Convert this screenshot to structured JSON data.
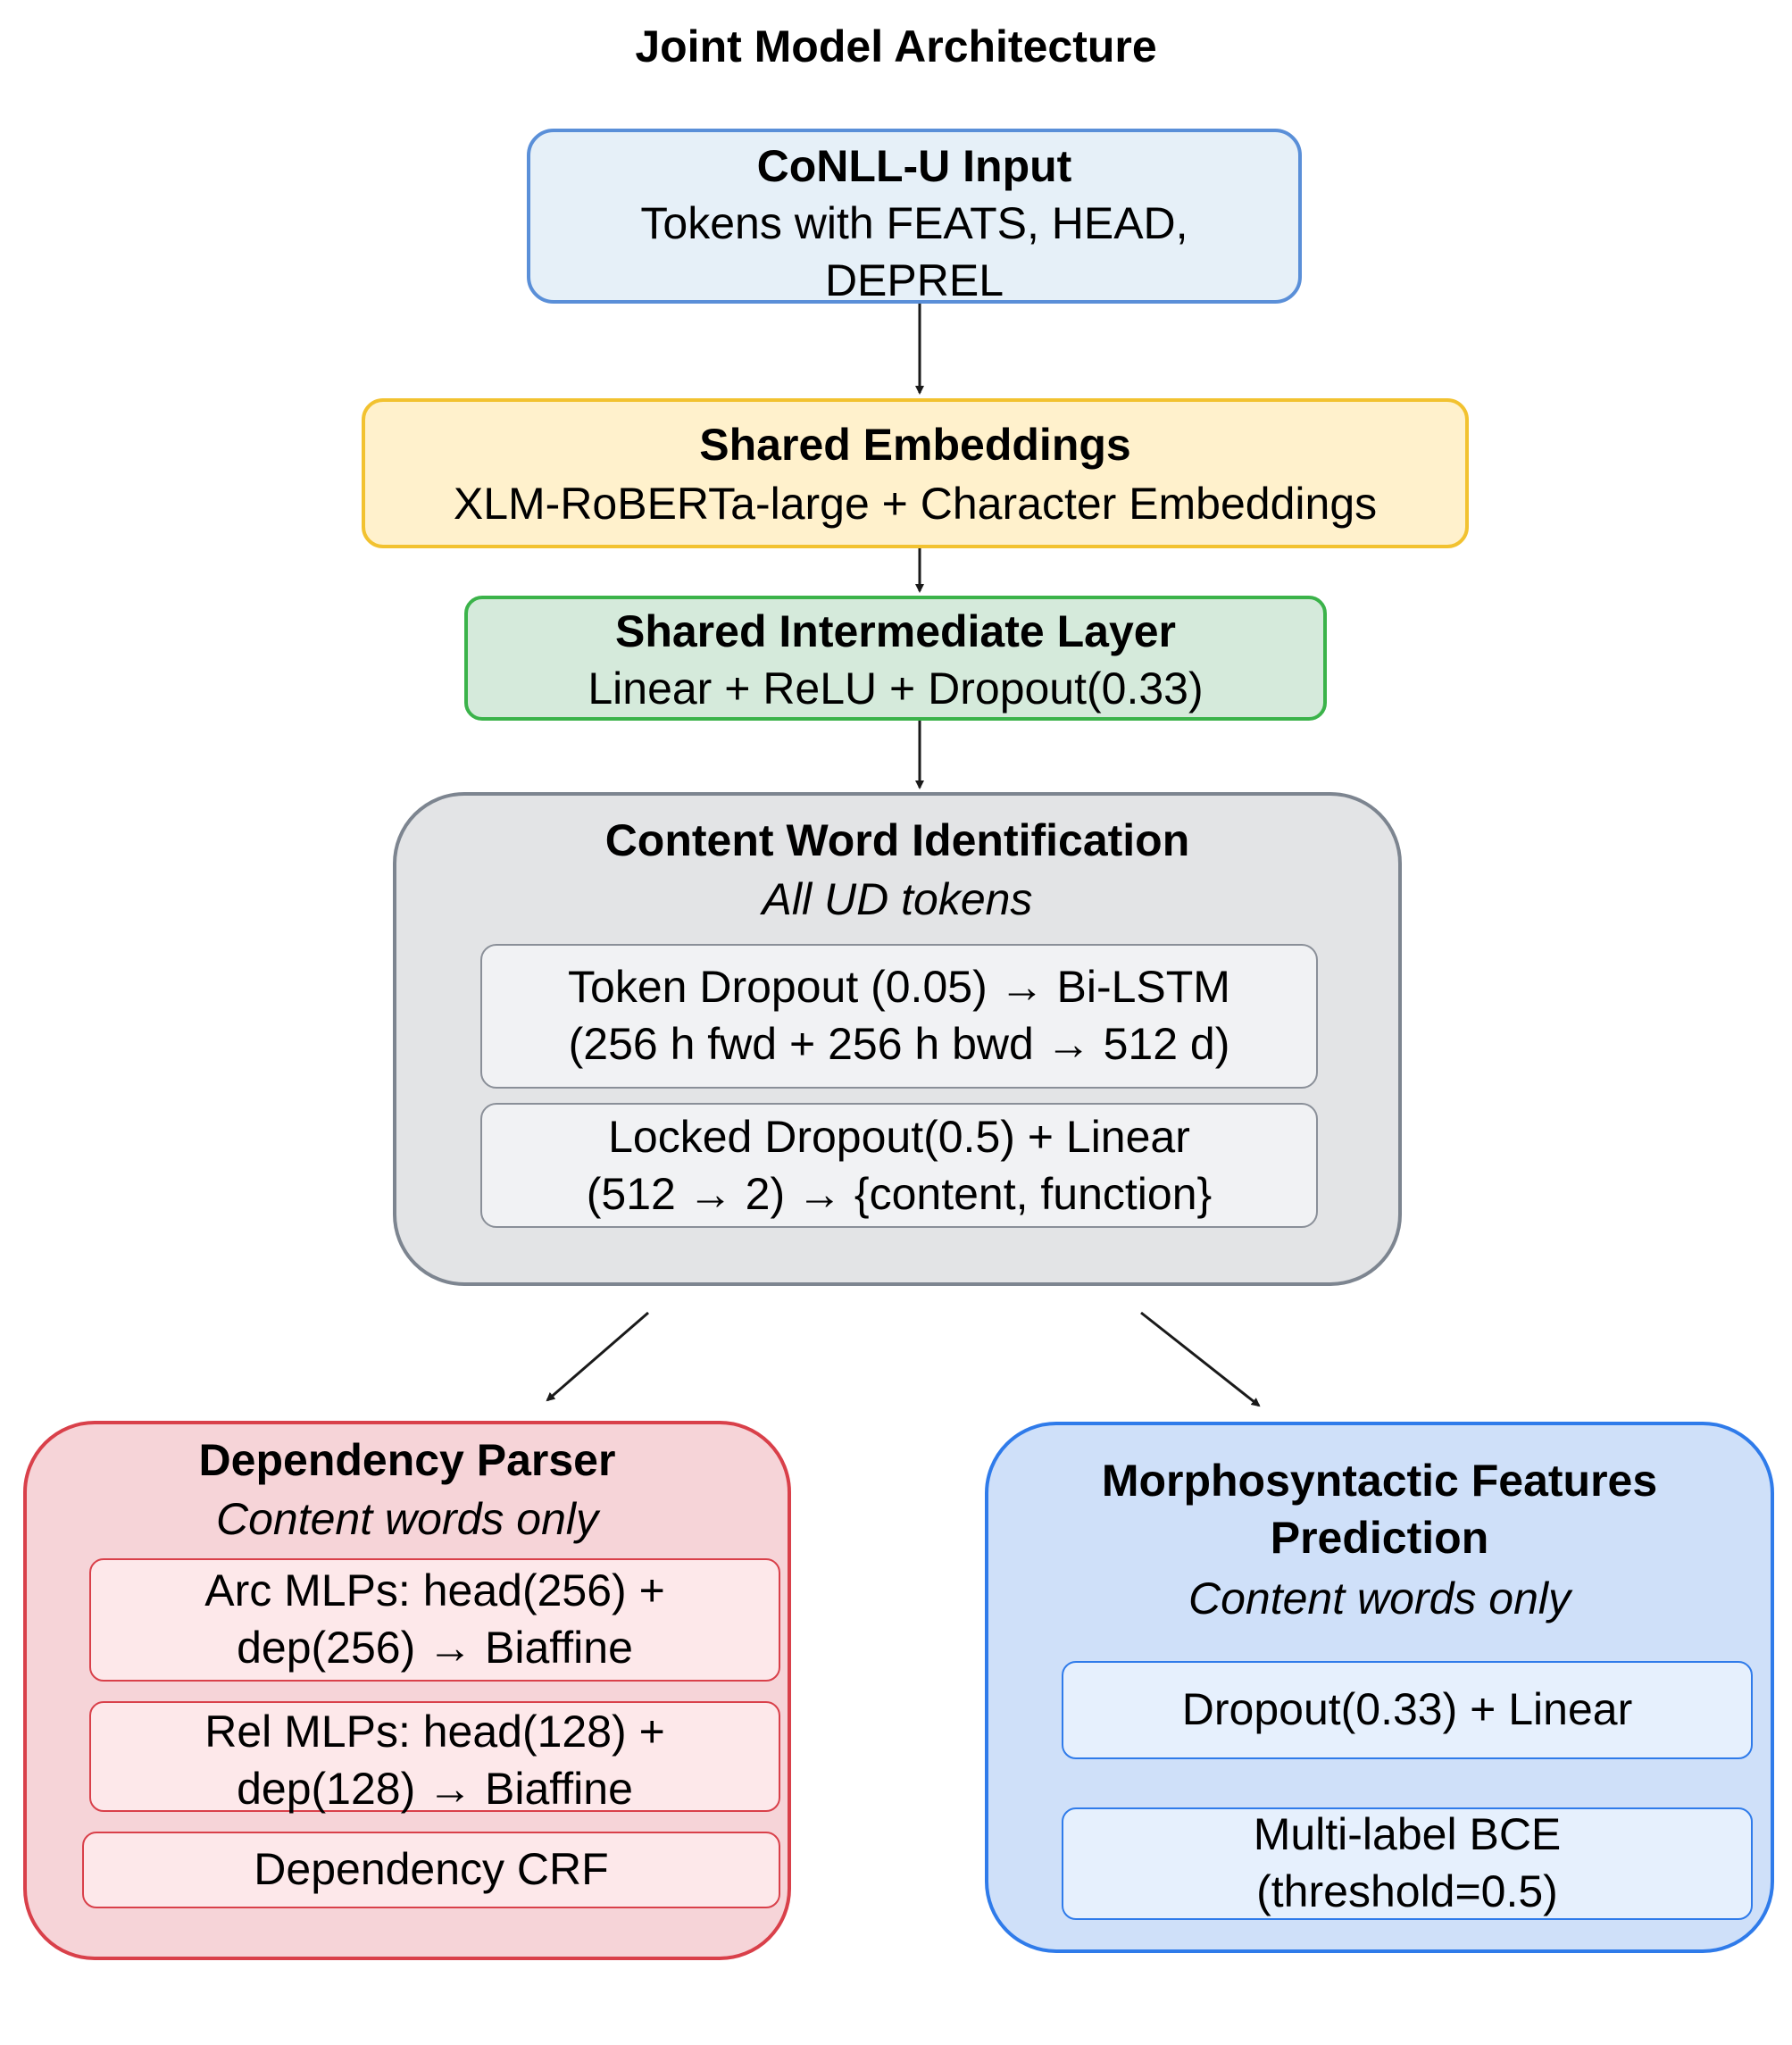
{
  "title": "Joint Model Architecture",
  "input_node": {
    "title": "CoNLL-U Input",
    "text": "Tokens with FEATS, HEAD,\nDEPREL"
  },
  "embeddings_node": {
    "title": "Shared Embeddings",
    "text": "XLM-RoBERTa-large + Character Embeddings"
  },
  "intermediate_node": {
    "title": "Shared Intermediate Layer",
    "text": "Linear + ReLU + Dropout(0.33)"
  },
  "content_word_node": {
    "title": "Content Word Identification",
    "subtitle": "All UD tokens",
    "steps": [
      "Token Dropout (0.05) → Bi-LSTM\n(256 h fwd + 256 h bwd  → 512 d)",
      "Locked Dropout(0.5) + Linear\n(512 → 2) → {content, function}"
    ]
  },
  "parser_node": {
    "title": "Dependency Parser",
    "subtitle": "Content words only",
    "steps": [
      "Arc MLPs: head(256) +\ndep(256) → Biaffine",
      "Rel MLPs: head(128) +\ndep(128) → Biaffine",
      "Dependency CRF"
    ]
  },
  "morph_node": {
    "title": "Morphosyntactic Features\nPrediction",
    "subtitle": "Content words only",
    "steps": [
      "Dropout(0.33) + Linear",
      "Multi-label BCE\n(threshold=0.5)"
    ]
  }
}
